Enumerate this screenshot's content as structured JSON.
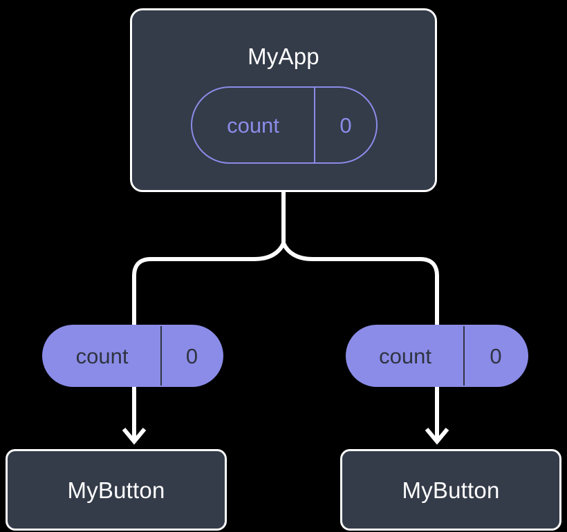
{
  "diagram": {
    "title_text": "MyApp",
    "background_color": "#000000",
    "node_fill_color": "#343b49",
    "node_stroke_color": "#ffffff",
    "accent_color": "#8b8ce8",
    "accent_text_color": "#2e3440",
    "edge_color": "#ffffff"
  },
  "root": {
    "label": "MyApp",
    "state": {
      "key": "count",
      "value": "0"
    }
  },
  "children": [
    {
      "prop": {
        "key": "count",
        "value": "0"
      },
      "label": "MyButton"
    },
    {
      "prop": {
        "key": "count",
        "value": "0"
      },
      "label": "MyButton"
    }
  ],
  "edges": {
    "root_to_children_label": "",
    "prop_to_button_label": ""
  }
}
